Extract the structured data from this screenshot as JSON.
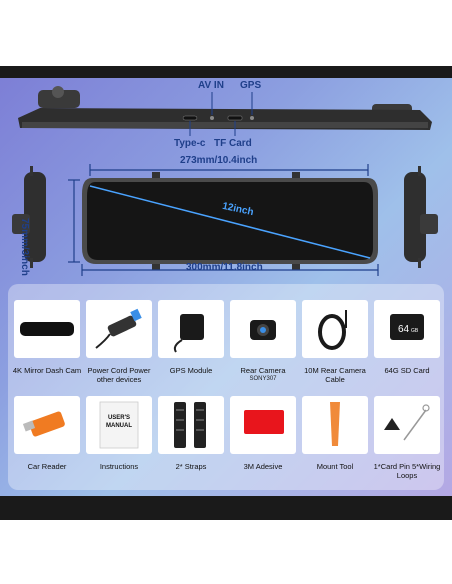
{
  "top_view": {
    "av_in": "AV IN",
    "gps": "GPS",
    "type_c": "Type-c",
    "tf_card": "TF Card"
  },
  "front_view": {
    "top_width": "273mm/10.4inch",
    "screen_size": "12inch",
    "height": "75mm/3inch",
    "bottom_width": "300mm/11.8inch"
  },
  "accessories": [
    {
      "label": "4K Mirror Dash Cam",
      "sub": ""
    },
    {
      "label": "Power Cord Power other devices",
      "sub": ""
    },
    {
      "label": "GPS Module",
      "sub": ""
    },
    {
      "label": "Rear Camera",
      "sub": "SONY307"
    },
    {
      "label": "10M Rear Camera Cable",
      "sub": ""
    },
    {
      "label": "64G SD Card",
      "sub": ""
    },
    {
      "label": "Car Reader",
      "sub": ""
    },
    {
      "label": "Instructions",
      "sub": ""
    },
    {
      "label": "2* Straps",
      "sub": ""
    },
    {
      "label": "3M Adesive",
      "sub": ""
    },
    {
      "label": "Mount Tool",
      "sub": ""
    },
    {
      "label": "1*Card Pin 5*Wiring Loops",
      "sub": ""
    }
  ],
  "sd_card_text": "64",
  "sd_card_unit": "GB",
  "manual_text": "USER'S MANUAL"
}
